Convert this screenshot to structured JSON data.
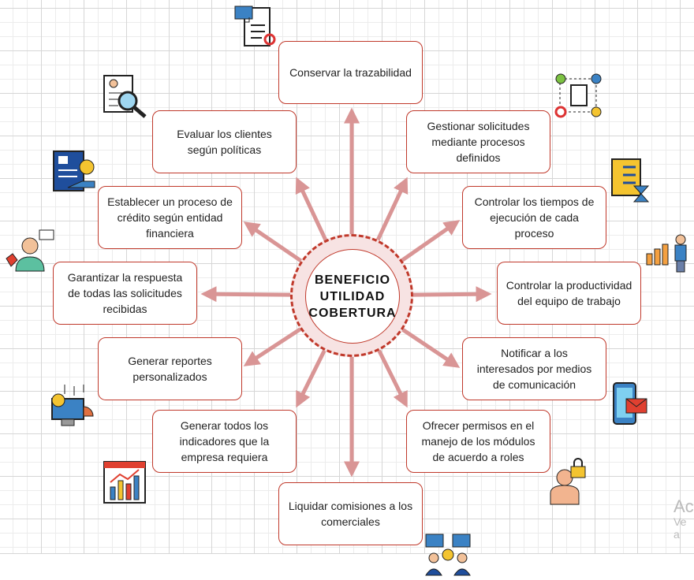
{
  "center": {
    "lines": [
      "BENEFICIO",
      "UTILIDAD",
      "COBERTURA"
    ]
  },
  "boxes": [
    "Conservar la trazabilidad",
    "Gestionar solicitudes mediante procesos definidos",
    "Controlar los tiempos de ejecución de cada proceso",
    "Controlar la productividad del equipo de trabajo",
    "Notificar a los interesados por medios de comunicación",
    "Ofrecer permisos en el manejo de los módulos de acuerdo a roles",
    "Liquidar comisiones a los comerciales",
    "Generar todos los indicadores que la empresa requiera",
    "Generar reportes personalizados",
    "Garantizar la respuesta de todas las solicitudes recibidas",
    "Establecer un proceso de crédito según entidad financiera",
    "Evaluar los clientes según políticas"
  ],
  "icons": [
    "checklist-icon",
    "workflow-icon",
    "hourglass-checklist-icon",
    "growth-chart-person-icon",
    "mobile-mail-icon",
    "user-lock-icon",
    "commission-chat-icon",
    "analytics-dashboard-icon",
    "finance-report-icon",
    "support-agent-icon",
    "credit-document-icon",
    "client-search-icon"
  ],
  "watermark": {
    "line1": "Act",
    "line2": "Ve a"
  },
  "colors": {
    "border": "#c0392b",
    "arrow": "#d99595",
    "center_bg": "#f7e3e3"
  }
}
